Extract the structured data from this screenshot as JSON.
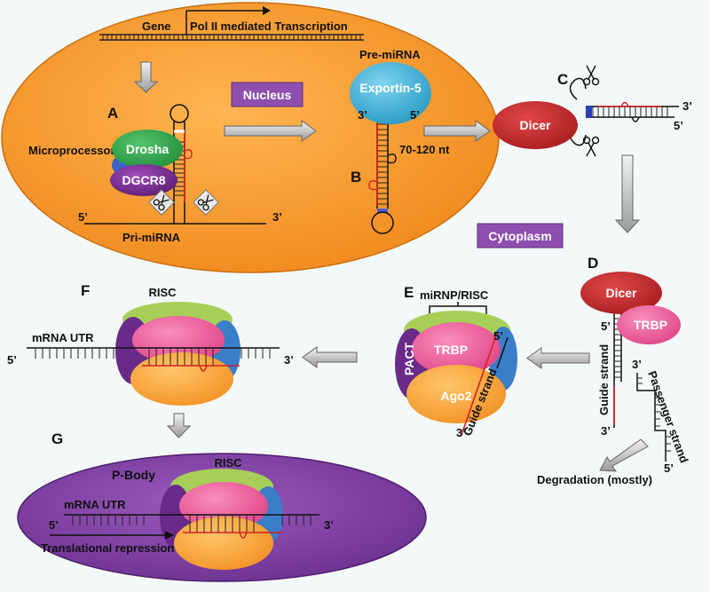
{
  "labels": {
    "gene": "Gene",
    "transcription": "Pol II mediated Transcription",
    "nucleus": "Nucleus",
    "cytoplasm": "Cytoplasm",
    "microprocessor": "Microprocessor",
    "drosha": "Drosha",
    "dgcr8": "DGCR8",
    "pri_mirna": "Pri-miRNA",
    "pre_mirna": "Pre-miRNA",
    "exportin": "Exportin-5",
    "length_nt": "70-120 nt",
    "dicer": "Dicer",
    "trbp": "TRBP",
    "ago2": "Ago2",
    "pact": "PACT",
    "mirnp_risc": "miRNP/RISC",
    "risc": "RISC",
    "guide_strand": "Guide strand",
    "passenger_strand": "Passenger strand",
    "degradation": "Degradation (mostly)",
    "mrna_utr": "mRNA UTR",
    "p_body": "P-Body",
    "translational_repression": "Translational repression",
    "five_prime": "5’",
    "three_prime": "3’"
  },
  "steps": [
    "A",
    "B",
    "C",
    "D",
    "E",
    "F",
    "G"
  ],
  "colors": {
    "nucleus": "#f79a2e",
    "p_body": "#7d3fa0",
    "dicer": "#c0282a",
    "exportin": "#3bb3d8",
    "drosha": "#2fa84b",
    "dgcr8": "#7a2c8f",
    "trbp": "#ec4f93",
    "ago2": "#f8a33a",
    "pact": "#6a2a8a",
    "green_cap": "#a7cf57",
    "blue_side": "#3a7ec8",
    "label_box": "#8e4fae",
    "mirna_strand": "#d42020"
  }
}
